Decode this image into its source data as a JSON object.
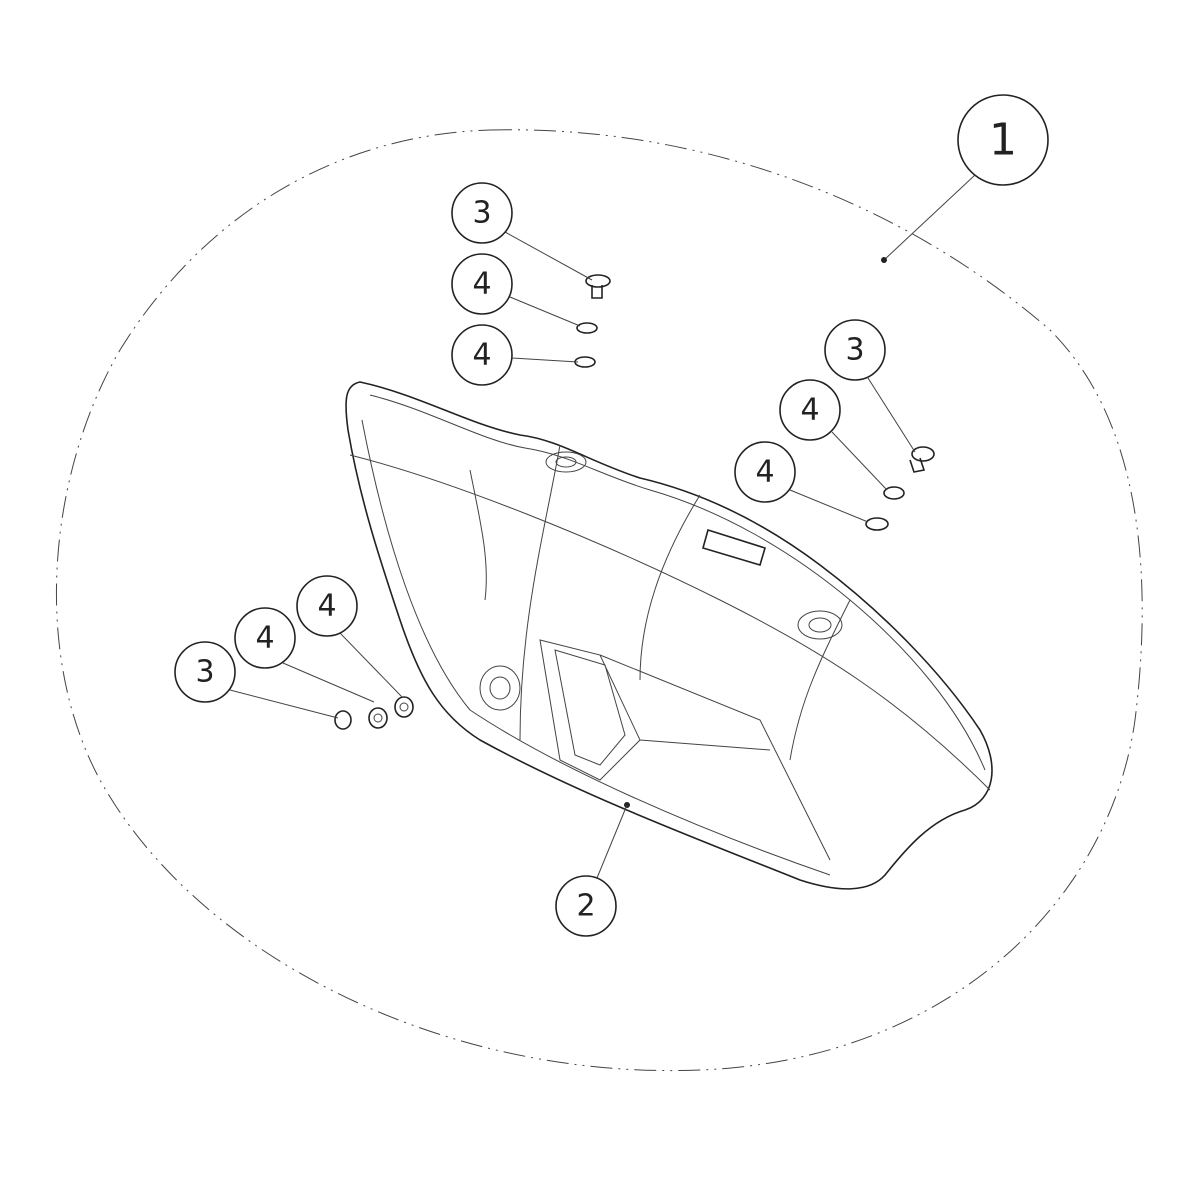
{
  "diagram": {
    "colors": {
      "line": "#222222",
      "background": "#ffffff"
    },
    "callouts": [
      {
        "id": "c1",
        "label": "1",
        "part": "assembly"
      },
      {
        "id": "c2",
        "label": "2",
        "part": "cover"
      },
      {
        "id": "c3a",
        "label": "3",
        "part": "screw"
      },
      {
        "id": "c4a",
        "label": "4",
        "part": "washer"
      },
      {
        "id": "c4b",
        "label": "4",
        "part": "washer"
      },
      {
        "id": "c3b",
        "label": "3",
        "part": "screw"
      },
      {
        "id": "c4c",
        "label": "4",
        "part": "washer"
      },
      {
        "id": "c4d",
        "label": "4",
        "part": "washer"
      },
      {
        "id": "c3c",
        "label": "3",
        "part": "screw"
      },
      {
        "id": "c4e",
        "label": "4",
        "part": "washer"
      },
      {
        "id": "c4f",
        "label": "4",
        "part": "washer"
      }
    ]
  }
}
